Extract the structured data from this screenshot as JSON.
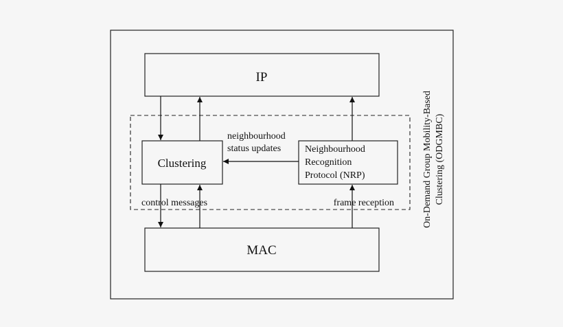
{
  "diagram": {
    "blocks": {
      "ip": "IP",
      "mac": "MAC",
      "clustering": "Clustering",
      "nrp_line1": "Neighbourhood",
      "nrp_line2": "Recognition",
      "nrp_line3": "Protocol (NRP)"
    },
    "labels": {
      "status_line1": "neighbourhood",
      "status_line2": "status updates",
      "control_messages": "control messages",
      "frame_reception": "frame reception"
    },
    "region_label": {
      "line1": "On-Demand Group Mobility-Based",
      "line2": "Clustering (ODGMBC)"
    }
  }
}
